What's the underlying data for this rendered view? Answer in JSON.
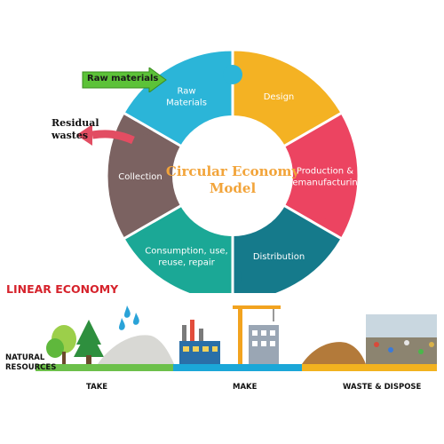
{
  "circular": {
    "center_title_line1": "Circular Economy",
    "center_title_line2": "Model",
    "segments": [
      {
        "label_lines": [
          "Design"
        ],
        "color": "#f4b223"
      },
      {
        "label_lines": [
          "Production &",
          "Remanufacturing"
        ],
        "color": "#ec4461"
      },
      {
        "label_lines": [
          "Distribution"
        ],
        "color": "#157a8b"
      },
      {
        "label_lines": [
          "Consumption, use,",
          "reuse, repair"
        ],
        "color": "#1ba896"
      },
      {
        "label_lines": [
          "Collection"
        ],
        "color": "#7b6261"
      },
      {
        "label_lines": [
          "Raw",
          "Materials"
        ],
        "color": "#2bb5d8"
      }
    ],
    "input_arrow": {
      "label": "Raw materials",
      "color": "#5cc238"
    },
    "output_arrow": {
      "label_line1": "Residual",
      "label_line2": "wastes",
      "color": "#e24d62"
    }
  },
  "linear": {
    "title": "LINEAR ECONOMY",
    "natural_resources_line1": "NATURAL",
    "natural_resources_line2": "RESOURCES",
    "stages": [
      "TAKE",
      "MAKE",
      "WASTE & DISPOSE"
    ],
    "bar_colors": [
      "#6cc04a",
      "#1ba7d8",
      "#f2b21f"
    ]
  }
}
